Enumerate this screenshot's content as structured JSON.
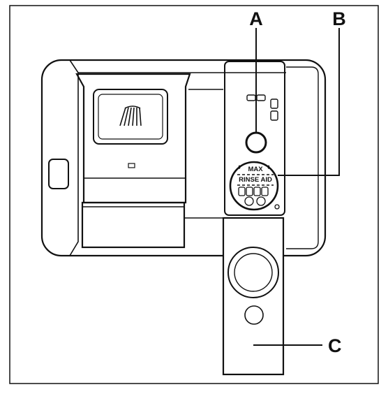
{
  "diagram": {
    "callouts": [
      {
        "id": "A",
        "label": "A"
      },
      {
        "id": "B",
        "label": "B"
      },
      {
        "id": "C",
        "label": "C"
      }
    ],
    "dial": {
      "top_text": "MAX",
      "bottom_text": "RINSE AID"
    },
    "colors": {
      "stroke": "#111111",
      "background": "#ffffff"
    }
  }
}
